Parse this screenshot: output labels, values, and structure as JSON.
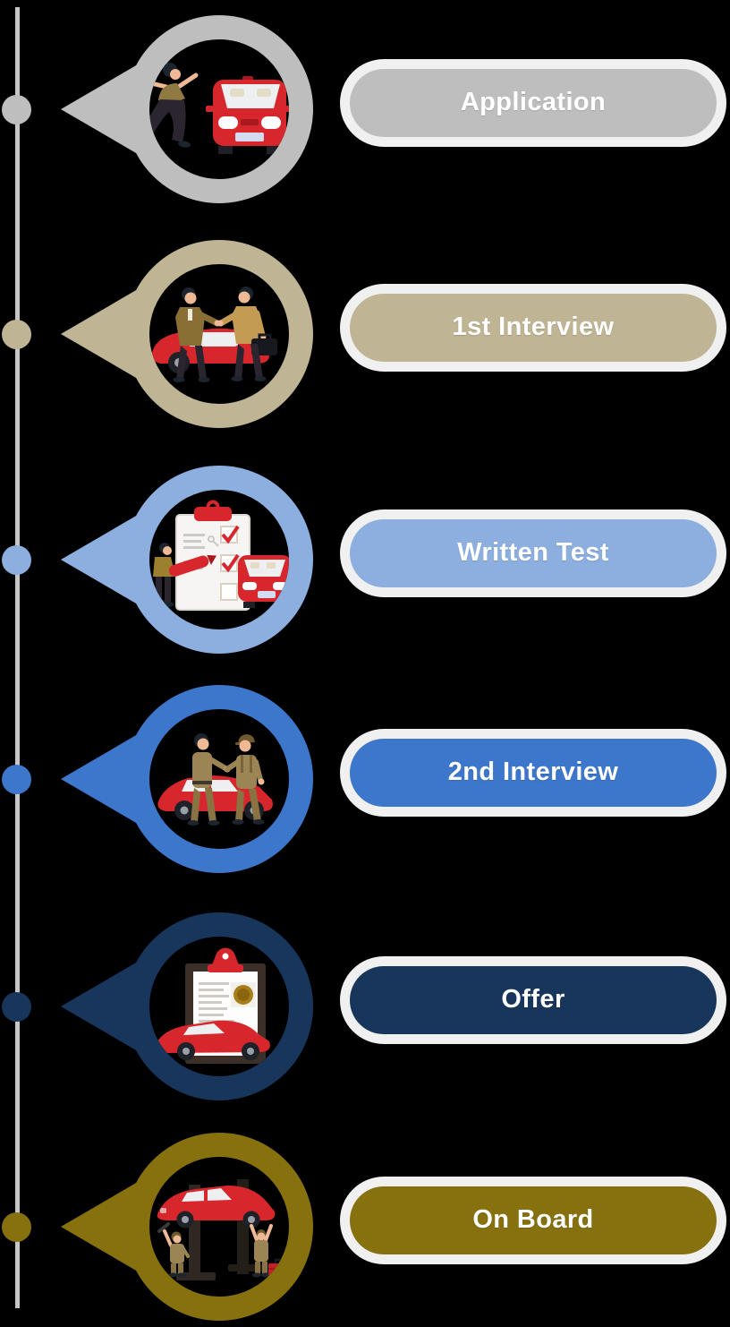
{
  "page": {
    "background_color": "#000000"
  },
  "timeline": {
    "line_color": "#C6C6C6",
    "pill_border_color": "#F0F0F0",
    "label_text_color": "#FFFFFF",
    "stages": [
      {
        "label": "Application",
        "color": "#BEBEBE",
        "icon": "person-running-to-car"
      },
      {
        "label": "1st Interview",
        "color": "#BFB494",
        "icon": "businessmen-handshake-by-car"
      },
      {
        "label": "Written Test",
        "color": "#8CAFDF",
        "icon": "inspection-checklist-with-car"
      },
      {
        "label": "2nd Interview",
        "color": "#3D77CB",
        "icon": "handshake-in-front-of-sedan"
      },
      {
        "label": "Offer",
        "color": "#18365C",
        "icon": "contract-with-seal-and-car"
      },
      {
        "label": "On Board",
        "color": "#87700E",
        "icon": "mechanics-servicing-lifted-car"
      }
    ]
  }
}
